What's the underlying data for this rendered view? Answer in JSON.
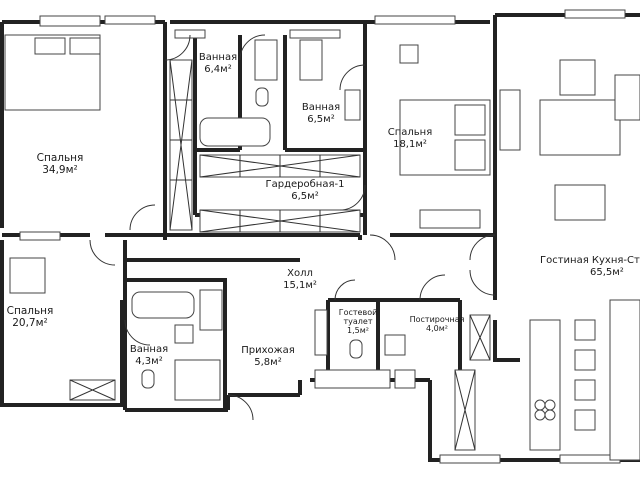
{
  "rooms": {
    "bedroom_large": {
      "name": "Спальня",
      "area": "34,9м²"
    },
    "bath_a": {
      "name": "Ванная",
      "area": "6,4м²"
    },
    "bath_b": {
      "name": "Ванная",
      "area": "6,5м²"
    },
    "bedroom_mid": {
      "name": "Спальня",
      "area": "18,1м²"
    },
    "wardrobe": {
      "name": "Гардеробная-1",
      "area": "6,5м²"
    },
    "hall": {
      "name": "Холл",
      "area": "15,1м²"
    },
    "living": {
      "name": "Гостиная Кухня-Сто",
      "area": "65,5м²"
    },
    "bedroom_small": {
      "name": "Спальня",
      "area": "20,7м²"
    },
    "bath_c": {
      "name": "Ванная",
      "area": "4,3м²"
    },
    "entry": {
      "name": "Прихожая",
      "area": "5,8м²"
    },
    "guest_wc": {
      "name": "Гостевой туалет",
      "area": "1,5м²"
    },
    "laundry": {
      "name": "Постирочная",
      "area": "4,0м²"
    }
  },
  "guest_wc_lines": [
    "Гостевой",
    "туалет"
  ],
  "palette": {
    "wall": "#222222",
    "fixture": "#444444",
    "background": "#ffffff"
  }
}
